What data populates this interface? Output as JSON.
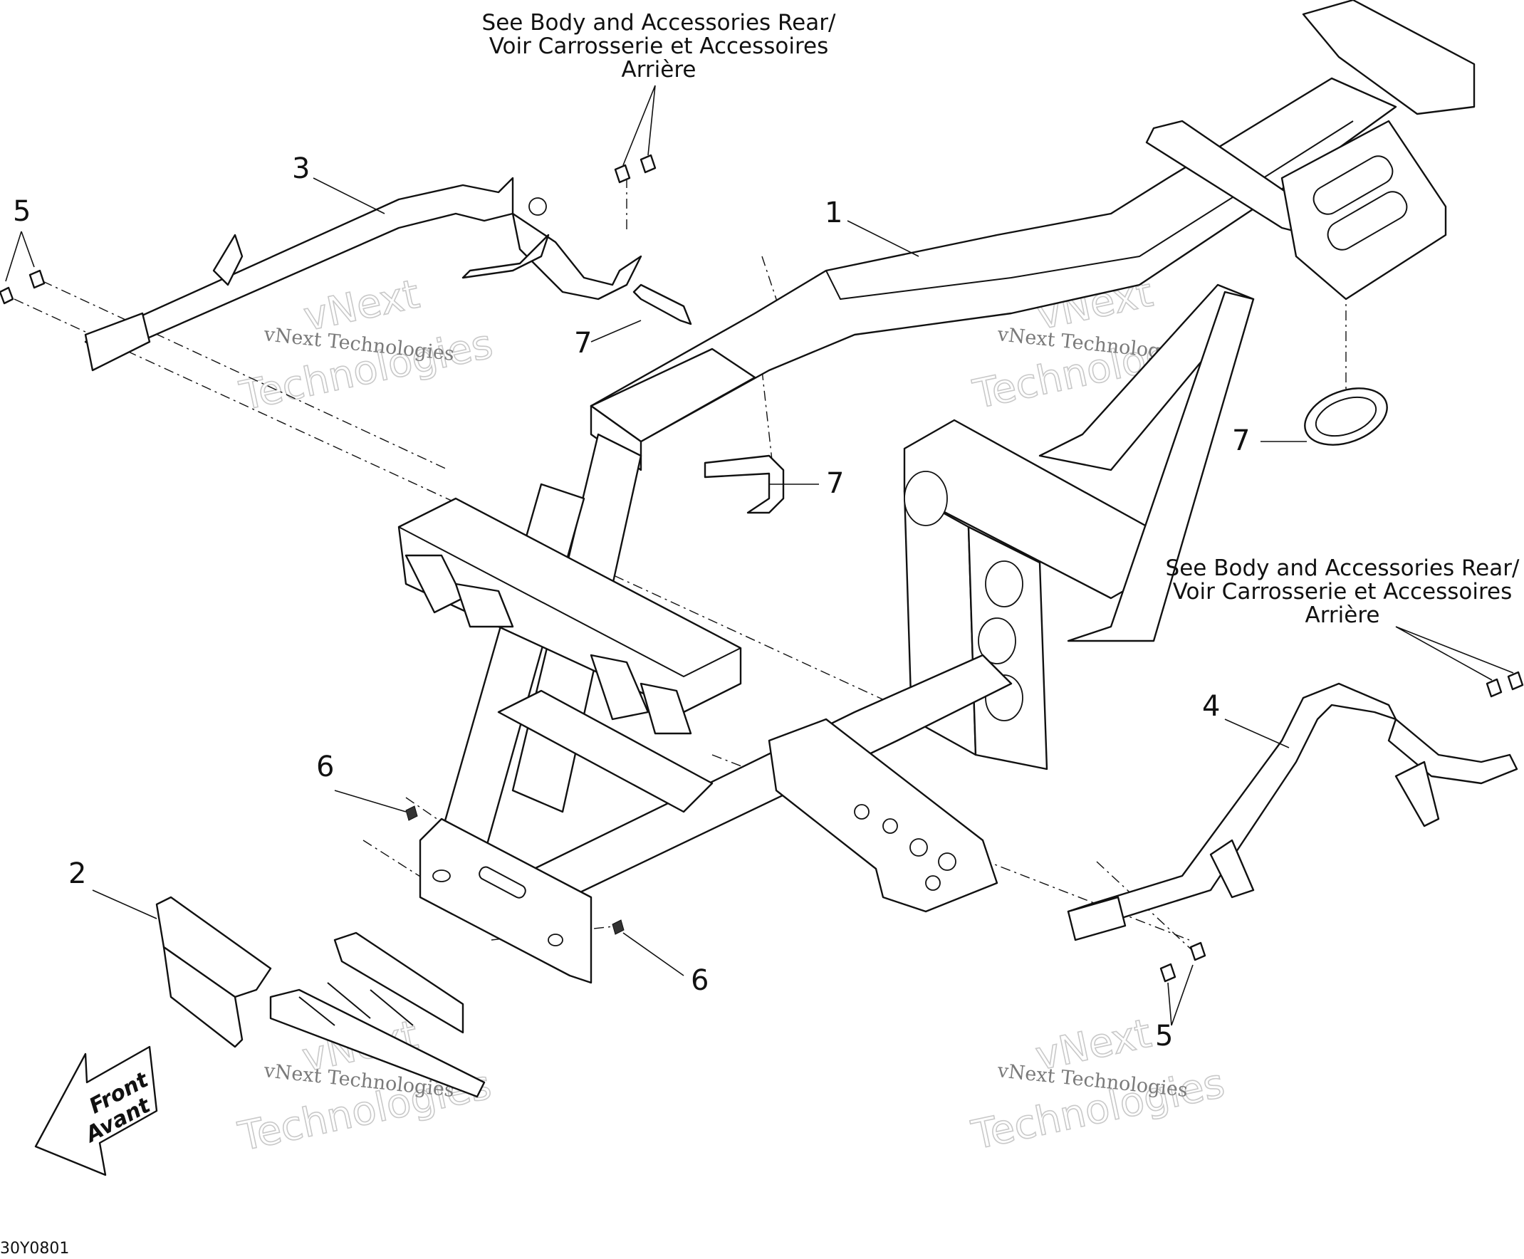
{
  "callouts": {
    "c1": "1",
    "c2": "2",
    "c3": "3",
    "c4": "4",
    "c5_left": "5",
    "c5_bottom": "5",
    "c6_upper": "6",
    "c6_lower": "6",
    "c7_top": "7",
    "c7_middle": "7",
    "c7_right": "7"
  },
  "notes": {
    "top": {
      "line1": "See Body and Accessories Rear/",
      "line2": "Voir Carrosserie et Accessoires",
      "line3": "Arrière"
    },
    "right": {
      "line1": "See Body and Accessories Rear/",
      "line2": "Voir Carrosserie et Accessoires",
      "line3": "Arrière"
    }
  },
  "front_arrow": {
    "line1": "Front",
    "line2": "Avant"
  },
  "watermarks": {
    "brand": "vNext",
    "big": "Technologies",
    "small": "vNext Technologies"
  },
  "drawing_code": "30Y0801"
}
